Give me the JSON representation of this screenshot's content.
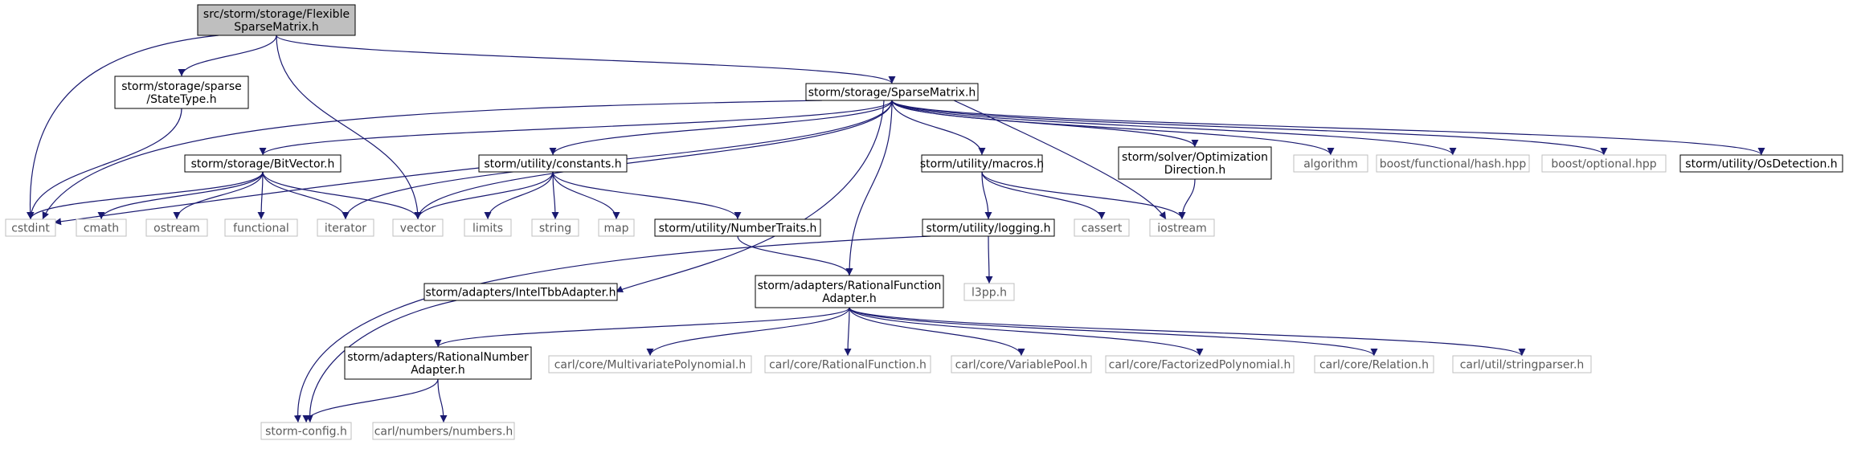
{
  "colors": {
    "edge": "#191970",
    "root_fill": "#bfbfbf",
    "root_border": "#000000",
    "documented_border": "#000000",
    "external_border": "#bfbfbf",
    "external_text": "#5a5a5a",
    "text": "#000000"
  },
  "diagram": {
    "nodes": [
      {
        "id": "root",
        "lines": [
          "src/storm/storage/Flexible",
          "SparseMatrix.h"
        ],
        "kind": "root"
      },
      {
        "id": "statetype",
        "lines": [
          "storm/storage/sparse",
          "/StateType.h"
        ],
        "kind": "documented"
      },
      {
        "id": "sparsematrix",
        "lines": [
          "storm/storage/SparseMatrix.h"
        ],
        "kind": "documented"
      },
      {
        "id": "bitvector",
        "lines": [
          "storm/storage/BitVector.h"
        ],
        "kind": "documented"
      },
      {
        "id": "constants",
        "lines": [
          "storm/utility/constants.h"
        ],
        "kind": "documented"
      },
      {
        "id": "macros",
        "lines": [
          "storm/utility/macros.h"
        ],
        "kind": "documented"
      },
      {
        "id": "optdir",
        "lines": [
          "storm/solver/Optimization",
          "Direction.h"
        ],
        "kind": "documented"
      },
      {
        "id": "algorithm",
        "lines": [
          "algorithm"
        ],
        "kind": "external"
      },
      {
        "id": "hash",
        "lines": [
          "boost/functional/hash.hpp"
        ],
        "kind": "external"
      },
      {
        "id": "optional",
        "lines": [
          "boost/optional.hpp"
        ],
        "kind": "external"
      },
      {
        "id": "osdetect",
        "lines": [
          "storm/utility/OsDetection.h"
        ],
        "kind": "documented"
      },
      {
        "id": "cstdint",
        "lines": [
          "cstdint"
        ],
        "kind": "external"
      },
      {
        "id": "cmath",
        "lines": [
          "cmath"
        ],
        "kind": "external"
      },
      {
        "id": "ostream",
        "lines": [
          "ostream"
        ],
        "kind": "external"
      },
      {
        "id": "functional",
        "lines": [
          "functional"
        ],
        "kind": "external"
      },
      {
        "id": "iterator",
        "lines": [
          "iterator"
        ],
        "kind": "external"
      },
      {
        "id": "vector",
        "lines": [
          "vector"
        ],
        "kind": "external"
      },
      {
        "id": "limits",
        "lines": [
          "limits"
        ],
        "kind": "external"
      },
      {
        "id": "string",
        "lines": [
          "string"
        ],
        "kind": "external"
      },
      {
        "id": "map",
        "lines": [
          "map"
        ],
        "kind": "external"
      },
      {
        "id": "numbertraits",
        "lines": [
          "storm/utility/NumberTraits.h"
        ],
        "kind": "documented"
      },
      {
        "id": "logging",
        "lines": [
          "storm/utility/logging.h"
        ],
        "kind": "documented"
      },
      {
        "id": "cassert",
        "lines": [
          "cassert"
        ],
        "kind": "external"
      },
      {
        "id": "iostream",
        "lines": [
          "iostream"
        ],
        "kind": "external"
      },
      {
        "id": "l3pp",
        "lines": [
          "l3pp.h"
        ],
        "kind": "external"
      },
      {
        "id": "inteltbb",
        "lines": [
          "storm/adapters/IntelTbbAdapter.h"
        ],
        "kind": "documented"
      },
      {
        "id": "rfadapter",
        "lines": [
          "storm/adapters/RationalFunction",
          "Adapter.h"
        ],
        "kind": "documented"
      },
      {
        "id": "rnadapter",
        "lines": [
          "storm/adapters/RationalNumber",
          "Adapter.h"
        ],
        "kind": "documented"
      },
      {
        "id": "multipoly",
        "lines": [
          "carl/core/MultivariatePolynomial.h"
        ],
        "kind": "external"
      },
      {
        "id": "ratfunc",
        "lines": [
          "carl/core/RationalFunction.h"
        ],
        "kind": "external"
      },
      {
        "id": "varpool",
        "lines": [
          "carl/core/VariablePool.h"
        ],
        "kind": "external"
      },
      {
        "id": "factpoly",
        "lines": [
          "carl/core/FactorizedPolynomial.h"
        ],
        "kind": "external"
      },
      {
        "id": "relation",
        "lines": [
          "carl/core/Relation.h"
        ],
        "kind": "external"
      },
      {
        "id": "stringparser",
        "lines": [
          "carl/util/stringparser.h"
        ],
        "kind": "external"
      },
      {
        "id": "stormconfig",
        "lines": [
          "storm-config.h"
        ],
        "kind": "external"
      },
      {
        "id": "numbers",
        "lines": [
          "carl/numbers/numbers.h"
        ],
        "kind": "external"
      }
    ],
    "edges": [
      [
        "root",
        "statetype"
      ],
      [
        "root",
        "sparsematrix"
      ],
      [
        "root",
        "cstdint"
      ],
      [
        "root",
        "vector"
      ],
      [
        "statetype",
        "cstdint"
      ],
      [
        "sparsematrix",
        "bitvector"
      ],
      [
        "sparsematrix",
        "constants"
      ],
      [
        "sparsematrix",
        "macros"
      ],
      [
        "sparsematrix",
        "optdir"
      ],
      [
        "sparsematrix",
        "algorithm"
      ],
      [
        "sparsematrix",
        "hash"
      ],
      [
        "sparsematrix",
        "optional"
      ],
      [
        "sparsematrix",
        "osdetect"
      ],
      [
        "sparsematrix",
        "cstdint"
      ],
      [
        "sparsematrix",
        "iterator"
      ],
      [
        "sparsematrix",
        "vector"
      ],
      [
        "sparsematrix",
        "iostream"
      ],
      [
        "sparsematrix",
        "inteltbb"
      ],
      [
        "sparsematrix",
        "rfadapter"
      ],
      [
        "bitvector",
        "cstdint"
      ],
      [
        "bitvector",
        "cmath"
      ],
      [
        "bitvector",
        "ostream"
      ],
      [
        "bitvector",
        "functional"
      ],
      [
        "bitvector",
        "iterator"
      ],
      [
        "bitvector",
        "vector"
      ],
      [
        "constants",
        "cstdint"
      ],
      [
        "constants",
        "vector"
      ],
      [
        "constants",
        "limits"
      ],
      [
        "constants",
        "string"
      ],
      [
        "constants",
        "map"
      ],
      [
        "constants",
        "numbertraits"
      ],
      [
        "numbertraits",
        "rfadapter"
      ],
      [
        "macros",
        "logging"
      ],
      [
        "macros",
        "cassert"
      ],
      [
        "macros",
        "iostream"
      ],
      [
        "optdir",
        "iostream"
      ],
      [
        "logging",
        "l3pp"
      ],
      [
        "logging",
        "stormconfig"
      ],
      [
        "inteltbb",
        "stormconfig"
      ],
      [
        "rfadapter",
        "rnadapter"
      ],
      [
        "rfadapter",
        "multipoly"
      ],
      [
        "rfadapter",
        "ratfunc"
      ],
      [
        "rfadapter",
        "varpool"
      ],
      [
        "rfadapter",
        "factpoly"
      ],
      [
        "rfadapter",
        "relation"
      ],
      [
        "rfadapter",
        "stringparser"
      ],
      [
        "rnadapter",
        "stormconfig"
      ],
      [
        "rnadapter",
        "numbers"
      ]
    ]
  }
}
